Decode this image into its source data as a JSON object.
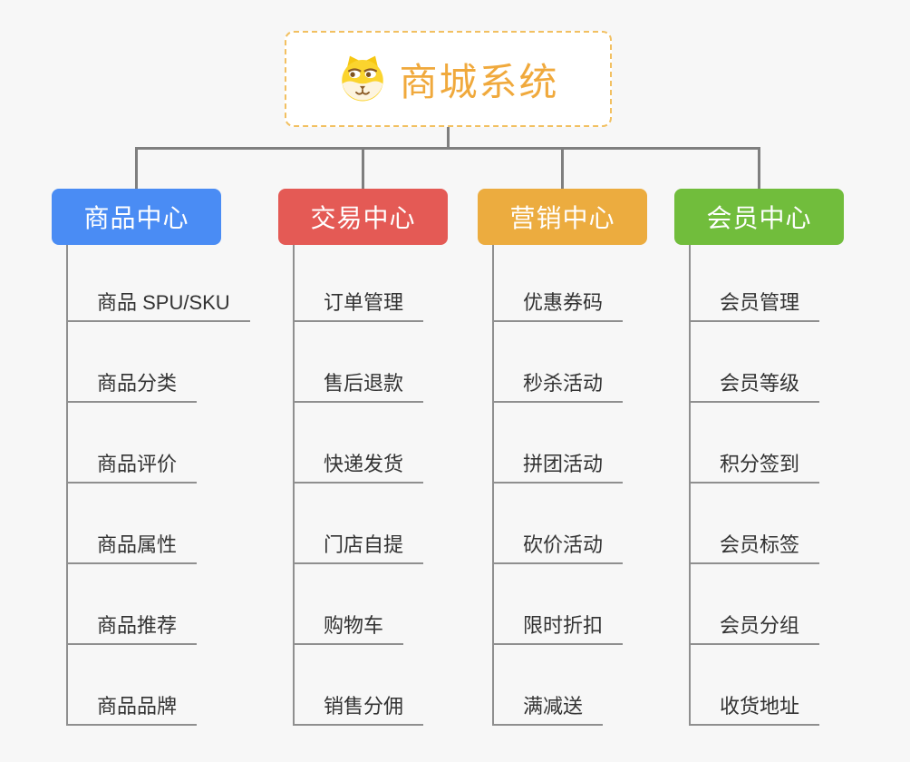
{
  "canvas": {
    "background_color": "#f7f7f7",
    "connector_color": "#7f7f7f"
  },
  "root": {
    "title": "商城系统",
    "title_color": "#f0a93c",
    "border_color": "#f2c061",
    "icon": "dog-face-icon"
  },
  "branches": [
    {
      "label": "商品中心",
      "color": "#4a8cf4",
      "children": [
        "商品 SPU/SKU",
        "商品分类",
        "商品评价",
        "商品属性",
        "商品推荐",
        "商品品牌"
      ]
    },
    {
      "label": "交易中心",
      "color": "#e45a55",
      "children": [
        "订单管理",
        "售后退款",
        "快递发货",
        "门店自提",
        "购物车",
        "销售分佣"
      ]
    },
    {
      "label": "营销中心",
      "color": "#ecac3f",
      "children": [
        "优惠券码",
        "秒杀活动",
        "拼团活动",
        "砍价活动",
        "限时折扣",
        "满减送"
      ]
    },
    {
      "label": "会员中心",
      "color": "#71bd3c",
      "children": [
        "会员管理",
        "会员等级",
        "积分签到",
        "会员标签",
        "会员分组",
        "收货地址"
      ]
    }
  ]
}
